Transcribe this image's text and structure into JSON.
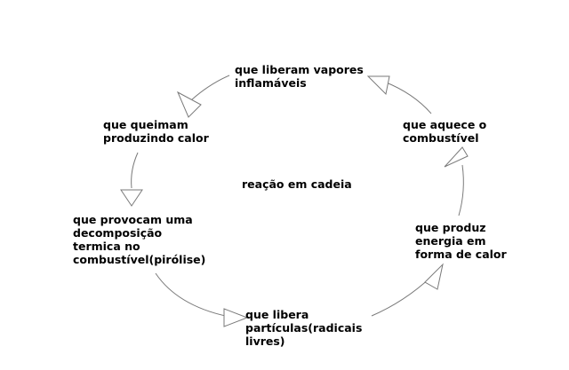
{
  "diagram": {
    "center_label": "reação em cadeia",
    "nodes": {
      "vapores": {
        "lines": [
          "que liberam vapores",
          "inflamáveis"
        ]
      },
      "queimam": {
        "lines": [
          "que queimam",
          "produzindo calor"
        ]
      },
      "aquece": {
        "lines": [
          "que aquece o",
          "combustível"
        ]
      },
      "decomp": {
        "lines": [
          "que provocam uma",
          "decomposição",
          "termica no",
          "combustível(pirólise)"
        ]
      },
      "produz": {
        "lines": [
          "que produz",
          "energia em",
          "forma de calor"
        ]
      },
      "particulas": {
        "lines": [
          "que libera",
          "partículas(radicais",
          "livres)"
        ]
      }
    },
    "cycle_order": [
      "aquece",
      "vapores",
      "queimam",
      "decomp",
      "particulas",
      "produz"
    ],
    "line_color": "#7a7a7a",
    "text_color": "#000000"
  }
}
